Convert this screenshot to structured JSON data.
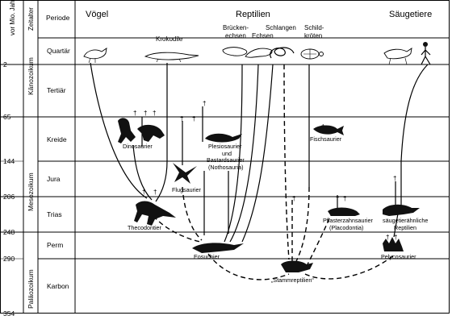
{
  "headers": {
    "age_axis": "vor Mio. Jahren",
    "era_axis": "Zeitalter",
    "period": "Periode"
  },
  "groups": {
    "birds": "Vögel",
    "reptiles": "Reptilien",
    "mammals": "Säugetiere"
  },
  "eras": {
    "cenozoic": "Känozoikum",
    "mesozoic": "Mesozoikum",
    "paleozoic": "Paläozoikum"
  },
  "periods": {
    "quaternary": "Quartär",
    "tertiary": "Tertiär",
    "cretaceous": "Kreide",
    "jurassic": "Jura",
    "triassic": "Trias",
    "permian": "Perm",
    "carboniferous": "Karbon"
  },
  "ages": [
    "2",
    "65",
    "144",
    "206",
    "248",
    "290",
    "354"
  ],
  "living_groups": {
    "crocodiles": "Krokodile",
    "tuatara_1": "Brücken-",
    "tuatara_2": "echsen",
    "lizards": "Echsen",
    "snakes": "Schlangen",
    "turtles_1": "Schild-",
    "turtles_2": "kröten"
  },
  "fossil_groups": {
    "dinosaurs": "Dinosaurier",
    "plesio_1": "Plesiosaurier",
    "plesio_2": "und",
    "plesio_3": "Bastardsaurier",
    "plesio_4": "(Nothosauria)",
    "ichthyosaurs": "Fischsaurier",
    "pterosaurs": "Flugsaurier",
    "placodonts_1": "Pflasterzahnsaurier",
    "placodonts_2": "(Placodontia)",
    "therapsids_1": "säugetierähnliche",
    "therapsids_2": "Reptilien",
    "thecodonts": "Thecodontier",
    "eosuchians": "Eosuchier",
    "pelycosaurs": "Pelycosaurier",
    "stem_reptiles": "„Stammreptilien“"
  },
  "extinction_mark": "†"
}
